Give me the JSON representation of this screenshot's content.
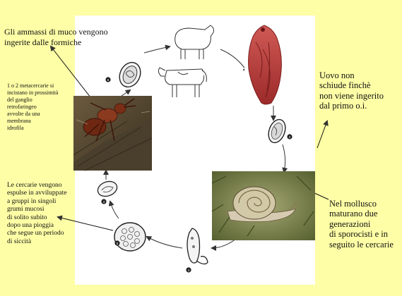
{
  "captions": {
    "top": [
      "Gli ammassi di muco vengono",
      "ingerite dalle formiche"
    ],
    "left_small": [
      "1 o 2 metacercarie  si",
      "incistano in prossimità",
      "del ganglio",
      "retrofaringeo",
      "avvolte da una",
      "membrana",
      "idrofila"
    ],
    "left_mid": [
      "Le cercarie vengono",
      "espulse in avviluppate",
      "a gruppi in singoli",
      "grumi mucosi",
      "di solito subito",
      "dopo una pioggia",
      "che segue un periodo",
      "di siccità"
    ],
    "right_top": [
      "Uovo non",
      "schiude finchè",
      "non viene ingerito",
      "dal primo  o.i."
    ],
    "right_bot": [
      "Nel mollusco",
      "maturano due",
      "generazioni",
      "di sporocisti e in",
      "seguito le cercarie"
    ]
  },
  "stage_numbers": [
    "6",
    "2",
    "3",
    "4",
    "5"
  ],
  "colors": {
    "background": "#fefea6",
    "panel": "#ffffff",
    "fluke": "#b33a3a",
    "ant": "#8a3a1e",
    "snail_bg": "#7f8a53"
  }
}
